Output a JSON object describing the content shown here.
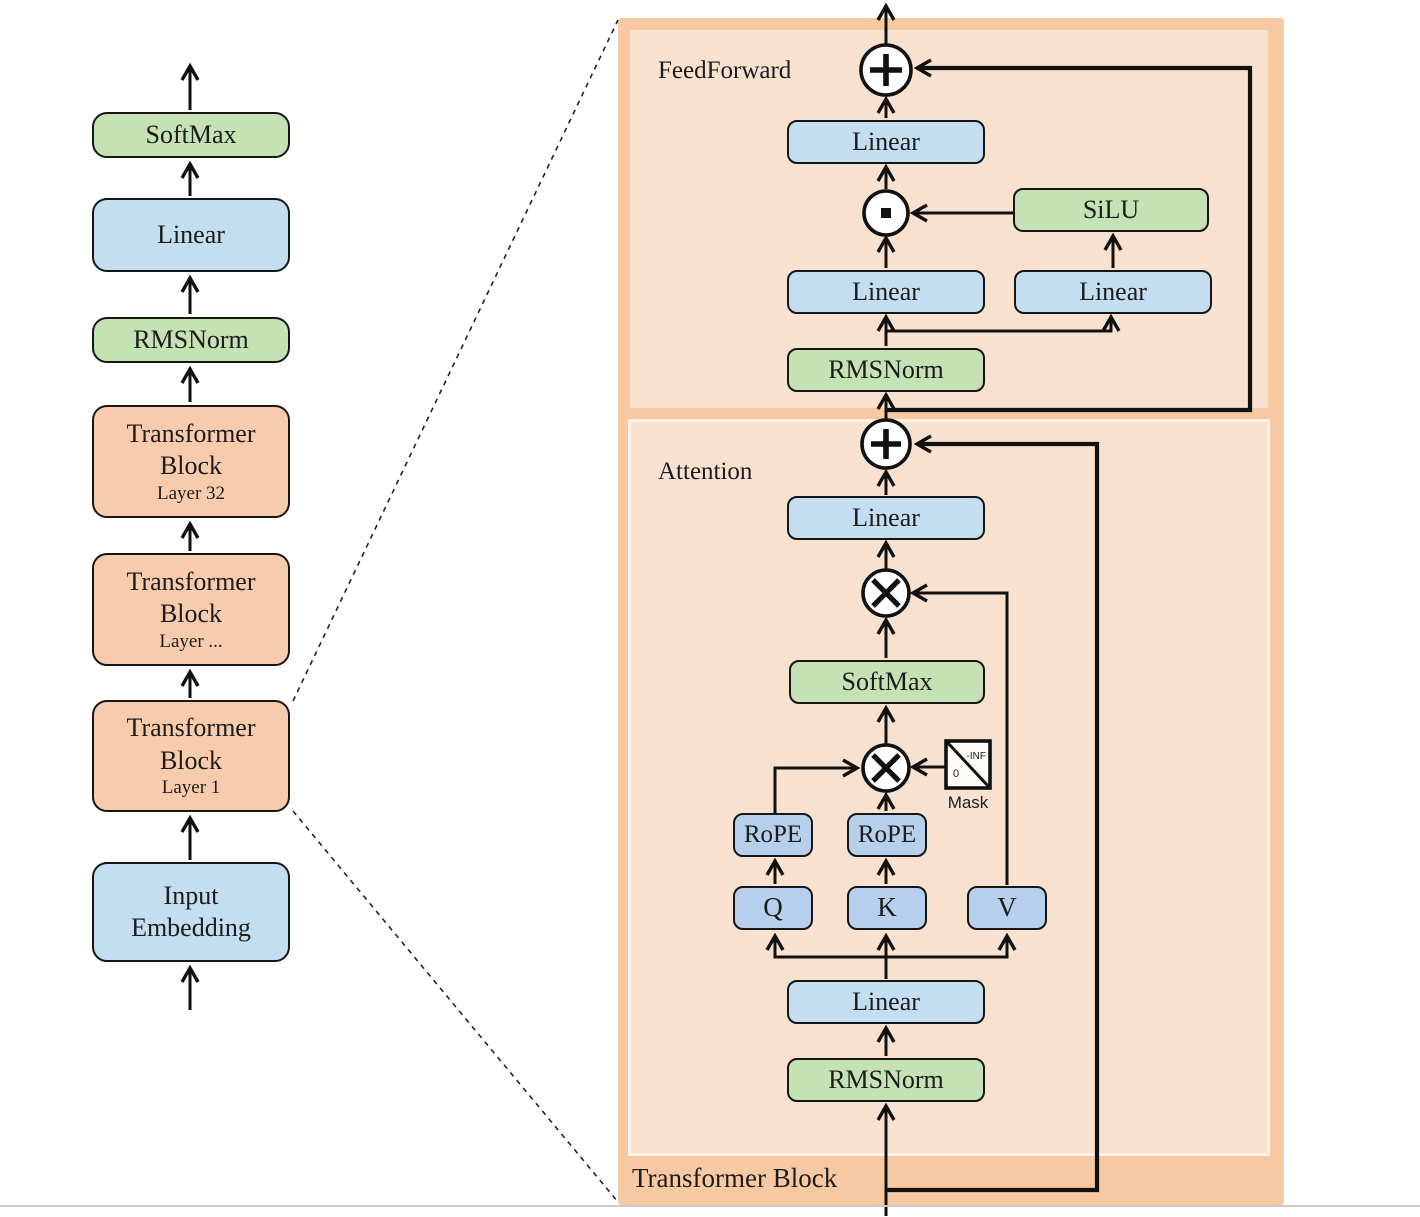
{
  "left_pipeline": {
    "blocks": [
      {
        "id": "softmax",
        "label": "SoftMax"
      },
      {
        "id": "linear",
        "label": "Linear"
      },
      {
        "id": "rmsnorm",
        "label": "RMSNorm"
      },
      {
        "id": "tb32",
        "label": "Transformer Block",
        "sublabel": "Layer 32"
      },
      {
        "id": "tbdots",
        "label": "Transformer Block",
        "sublabel": "Layer ..."
      },
      {
        "id": "tb1",
        "label": "Transformer Block",
        "sublabel": "Layer 1"
      },
      {
        "id": "input_embedding",
        "label": "Input Embedding"
      }
    ]
  },
  "detail": {
    "panel_title": "Transformer Block",
    "feedforward": {
      "title": "FeedForward",
      "linear_out": "Linear",
      "silu": "SiLU",
      "linear_gate": "Linear",
      "linear_up": "Linear",
      "rmsnorm": "RMSNorm"
    },
    "attention": {
      "title": "Attention",
      "linear_out": "Linear",
      "softmax": "SoftMax",
      "rope_q": "RoPE",
      "rope_k": "RoPE",
      "q": "Q",
      "k": "K",
      "v": "V",
      "linear_qkv": "Linear",
      "rmsnorm": "RMSNorm",
      "mask": {
        "label": "Mask",
        "top_value": "-INF",
        "bottom_value": "0"
      }
    }
  },
  "colors": {
    "panel_outer": "#f6c9a2",
    "panel_inner": "#f9e1cf",
    "box_blue": "#c3ddf1",
    "box_blue_small": "#b6cfec",
    "box_green": "#c5e2b5",
    "box_orange": "#f8cbad",
    "line": "#111111"
  }
}
